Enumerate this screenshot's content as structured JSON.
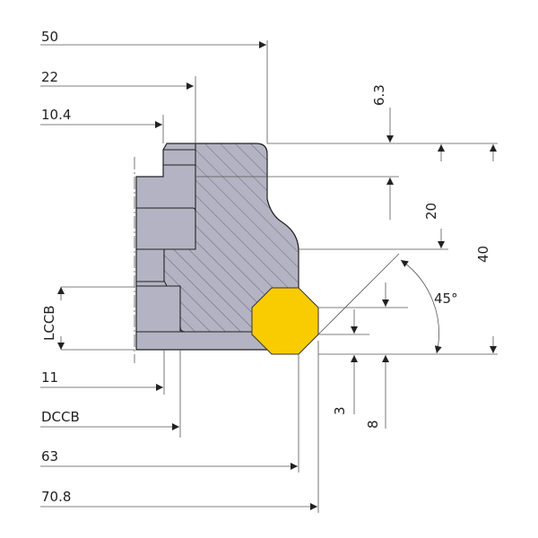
{
  "labels": {
    "d50": "50",
    "d22": "22",
    "d10_4": "10.4",
    "d6_3": "6.3",
    "d20": "20",
    "d40": "40",
    "a45": "45°",
    "lccb": "LCCB",
    "d11": "11",
    "dccb": "DCCB",
    "d63": "63",
    "d70_8": "70.8",
    "d3": "3",
    "d8": "8"
  },
  "colors": {
    "body": "#b4b3c3",
    "insert": "#f8cc00",
    "outline": "#222222"
  }
}
